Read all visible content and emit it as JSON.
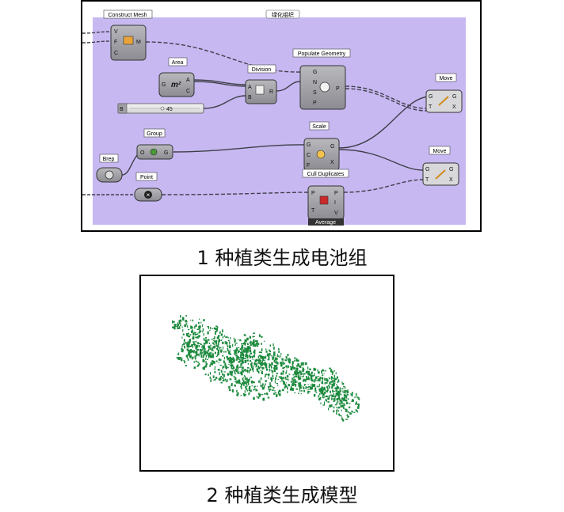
{
  "figure1": {
    "group_title": "绿化组织",
    "components": {
      "construct_mesh": {
        "title": "Construct Mesh",
        "inputs": [
          "V",
          "F",
          "C"
        ],
        "outputs": [
          "M"
        ]
      },
      "area": {
        "title": "Area",
        "inputs": [
          "G"
        ],
        "outputs": [
          "A",
          "C"
        ]
      },
      "slider": {
        "name": "B",
        "value": "45"
      },
      "division": {
        "title": "Division",
        "inputs": [
          "A",
          "B"
        ],
        "outputs": [
          "R"
        ]
      },
      "populate": {
        "title": "Populate Geometry",
        "inputs": [
          "G",
          "N",
          "S",
          "P"
        ],
        "outputs": [
          "P"
        ]
      },
      "group": {
        "title": "Group",
        "inputs": [
          "O"
        ],
        "outputs": [
          "G"
        ]
      },
      "brep": {
        "title": "Brep"
      },
      "point": {
        "title": "Point"
      },
      "scale": {
        "title": "Scale",
        "inputs": [
          "G",
          "C",
          "F"
        ],
        "outputs": [
          "G",
          "X"
        ]
      },
      "cull": {
        "title": "Cull Duplicates",
        "inputs": [
          "P",
          "T"
        ],
        "outputs": [
          "P",
          "I",
          "V"
        ],
        "footer": "Average"
      },
      "move1": {
        "title": "Move",
        "inputs": [
          "G",
          "T"
        ],
        "outputs": [
          "G",
          "X"
        ]
      },
      "move2": {
        "title": "Move",
        "inputs": [
          "G",
          "T"
        ],
        "outputs": [
          "G",
          "X"
        ]
      }
    },
    "caption": "1 种植类生成电池组"
  },
  "figure2": {
    "caption": "2 种植类生成模型"
  },
  "colors": {
    "canvas_bg": "#c7b8f2",
    "component_fill": "#9e9ea4",
    "wire": "#3f3f48",
    "plant_green": "#1d8a3e"
  }
}
